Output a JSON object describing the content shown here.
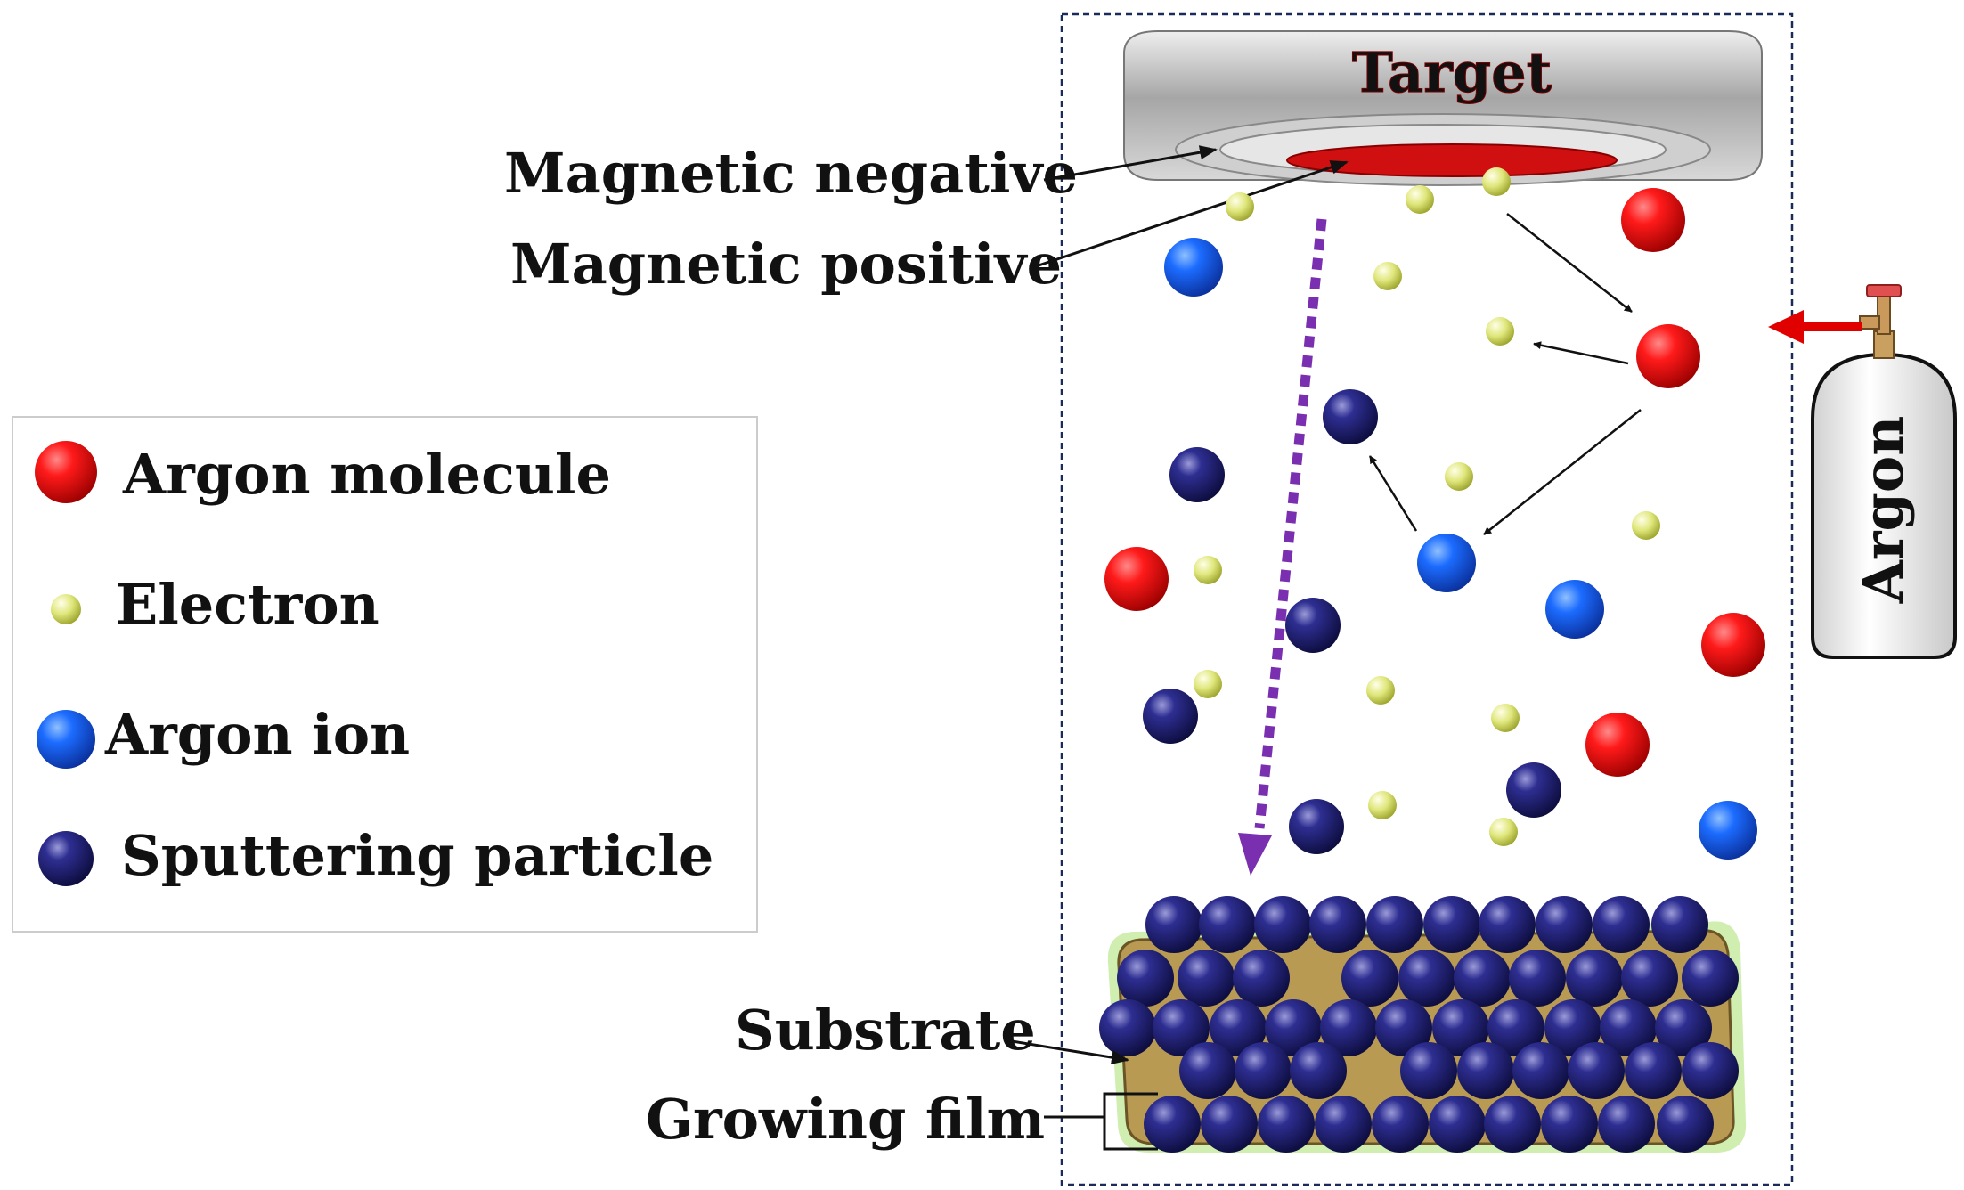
{
  "diagram": {
    "target_label": "Target",
    "labels": {
      "magnetic_negative": "Magnetic negative",
      "magnetic_positive": "Magnetic positive",
      "substrate": "Substrate",
      "growing_film": "Growing film"
    },
    "gas_cylinder_label": "Argon"
  },
  "legend": {
    "items": [
      {
        "key": "argon_molecule",
        "label": "Argon molecule"
      },
      {
        "key": "electron",
        "label": "Electron"
      },
      {
        "key": "argon_ion",
        "label": "Argon ion"
      },
      {
        "key": "sputtering_particle",
        "label": "Sputtering particle"
      }
    ]
  },
  "colors": {
    "argon_molecule": "#e00000",
    "electron": "#d6e06a",
    "argon_ion": "#0a55e0",
    "sputtering_particle": "#1e1e7a",
    "target_text": "#c00000",
    "trajectory_arrow": "#7a2fb0",
    "inlet_arrow": "#e00000",
    "substrate": "#b89a52"
  },
  "icons": {
    "gas_cylinder": "gas-cylinder-icon",
    "valve": "valve-icon"
  }
}
